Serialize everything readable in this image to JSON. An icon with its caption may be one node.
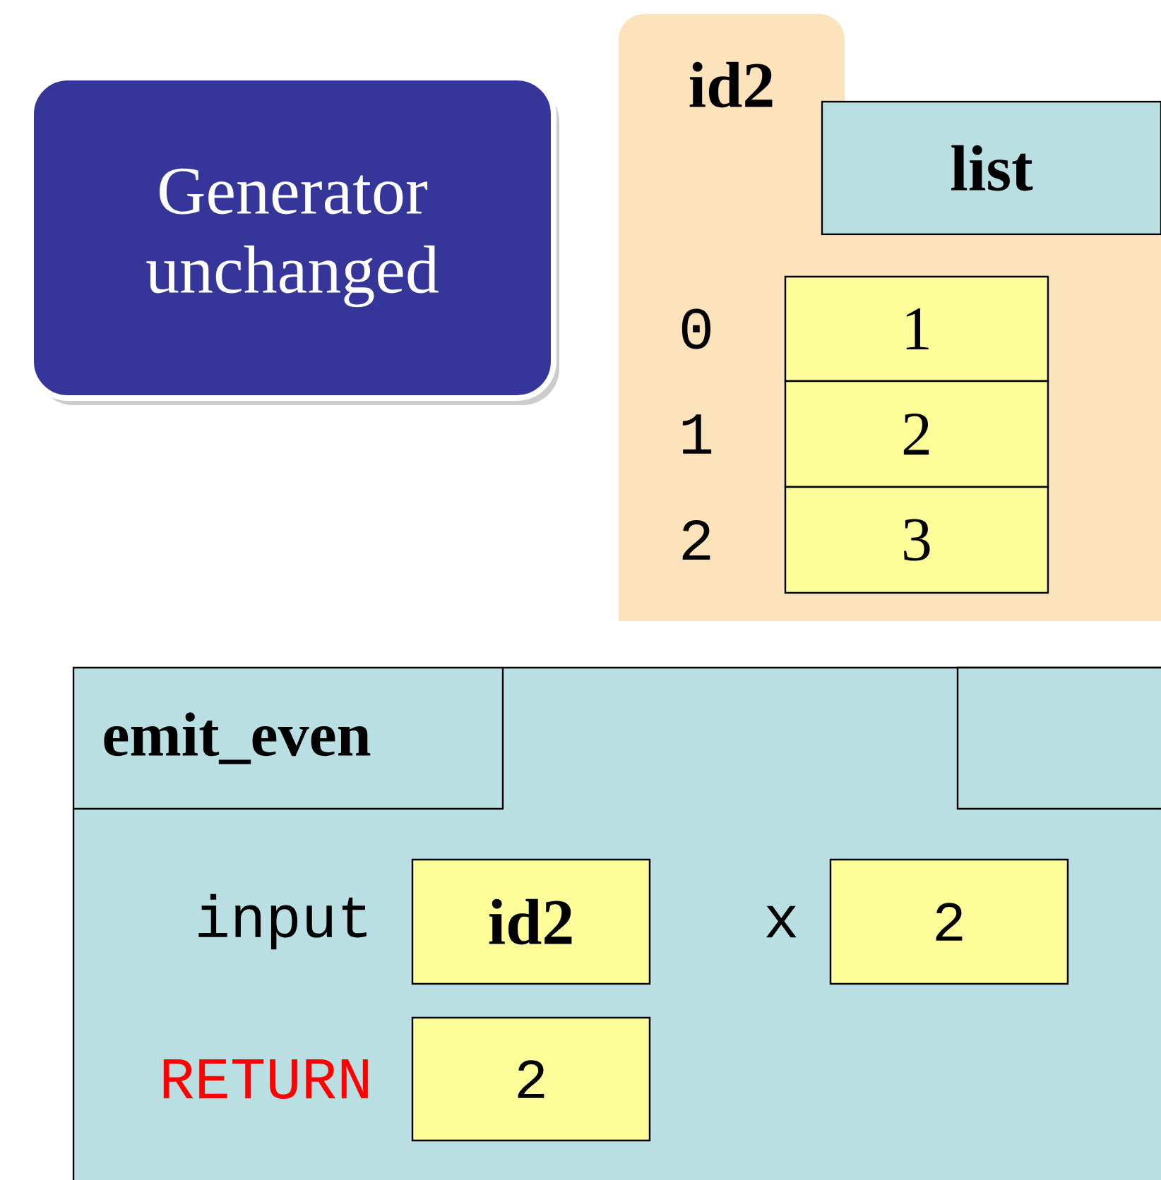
{
  "diagram": {
    "nodes": [
      {
        "text": [
          "Generator unchanged"
        ]
      },
      {
        "text": [
          "id2"
        ]
      },
      {
        "text": [
          "list"
        ],
        "in": 1
      },
      {
        "text": [
          "1"
        ],
        "in": 1,
        "beside": [
          "0"
        ]
      },
      {
        "text": [
          "2"
        ],
        "in": 1,
        "beside": [
          "1"
        ]
      },
      {
        "text": [
          "3"
        ],
        "in": 1,
        "beside": [
          "2"
        ]
      },
      {
        "text": [
          "emit_even"
        ]
      },
      {
        "text": [],
        "shape": "box",
        "in": 6
      },
      {
        "text": [
          "id2"
        ],
        "in": 6,
        "beside": [
          "input"
        ]
      },
      {
        "text": [
          "2"
        ],
        "in": 6,
        "beside": [
          "x"
        ]
      },
      {
        "text": [
          "2"
        ],
        "in": 6,
        "beside": [
          "RETURN"
        ]
      }
    ]
  }
}
